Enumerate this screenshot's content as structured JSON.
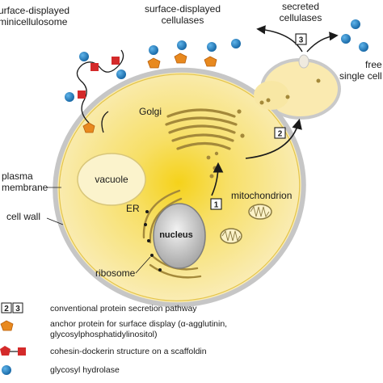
{
  "labels": {
    "surface_minicellulosome_line1": "urface-displayed",
    "surface_minicellulosome_line2": "minicellulosome",
    "surface_cellulases_line1": "surface-displayed",
    "surface_cellulases_line2": "cellulases",
    "secreted_line1": "secreted",
    "secreted_line2": "cellulases",
    "free_line1": "free",
    "free_line2": "single cell",
    "golgi": "Golgi",
    "vacuole": "vacuole",
    "plasma_line1": "plasma",
    "plasma_line2": "membrane",
    "cell_wall": "cell wall",
    "er": "ER",
    "nucleus": "nucleus",
    "mitochondrion": "mitochondrion",
    "ribosome": "ribosome"
  },
  "pathway_steps": {
    "step1": "1",
    "step2": "2",
    "step3": "3"
  },
  "legend": {
    "row1_box_a": "2",
    "row1_box_b": "3",
    "row1_text": "conventional protein secretion pathway",
    "row2_text_line1": "anchor protein for surface display (α-agglutinin,",
    "row2_text_line2": "glycosylphosphatidylinositol)",
    "row3_text": "cohesin-dockerin structure on a scaffoldin",
    "row4_text": "glycosyl hydrolase"
  },
  "colors": {
    "cell_fill": "#f7e58c",
    "cell_center": "#f5d020",
    "wall": "#c8c8c8",
    "enzyme_blue": "#1e7bbf",
    "anchor_orange": "#e8891f",
    "dockerin_red": "#d42a2a",
    "nucleus_gray": "#a0a0a0",
    "organelle_tan": "#a08a3a"
  }
}
